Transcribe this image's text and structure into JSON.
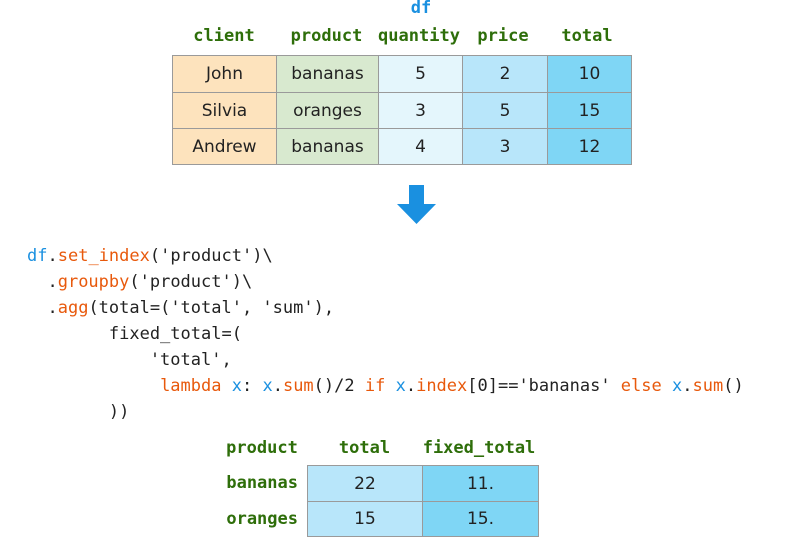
{
  "top_table": {
    "title": "df",
    "columns": [
      "client",
      "product",
      "quantity",
      "price",
      "total"
    ],
    "rows": [
      [
        "John",
        "bananas",
        "5",
        "2",
        "10"
      ],
      [
        "Silvia",
        "oranges",
        "3",
        "5",
        "15"
      ],
      [
        "Andrew",
        "bananas",
        "4",
        "3",
        "12"
      ]
    ]
  },
  "arrow": {
    "icon": "arrow-down-icon",
    "color": "#1a90e0"
  },
  "code": {
    "line1": {
      "var": "df",
      "dot": ".",
      "fn": "set_index",
      "rest": "('product')\\"
    },
    "line2": {
      "dot": "  .",
      "fn": "groupby",
      "rest": "('product')\\"
    },
    "line3": {
      "dot": "  .",
      "fn": "agg",
      "rest": "(total=('total', 'sum'),",
      "prefix_dot": "."
    },
    "line4": "        fixed_total=(",
    "line5": "            'total',",
    "line6": {
      "indent": "             ",
      "kw_lambda": "lambda",
      "x1": " x",
      "colon": ": ",
      "x2": "x",
      "dot1": ".",
      "sum1": "sum",
      "mid1": "()/2 ",
      "kw_if": "if",
      "x3": " x",
      "dot2": ".",
      "index": "index",
      "mid2": "[0]=='bananas' ",
      "kw_else": "else",
      "x4": " x",
      "dot3": ".",
      "sum2": "sum",
      "end": "()"
    },
    "line7": "        ))"
  },
  "result_table": {
    "index_name": "product",
    "columns": [
      "total",
      "fixed_total"
    ],
    "rows": [
      {
        "label": "bananas",
        "values": [
          "22",
          "11."
        ]
      },
      {
        "label": "oranges",
        "values": [
          "15",
          "15."
        ]
      }
    ]
  }
}
